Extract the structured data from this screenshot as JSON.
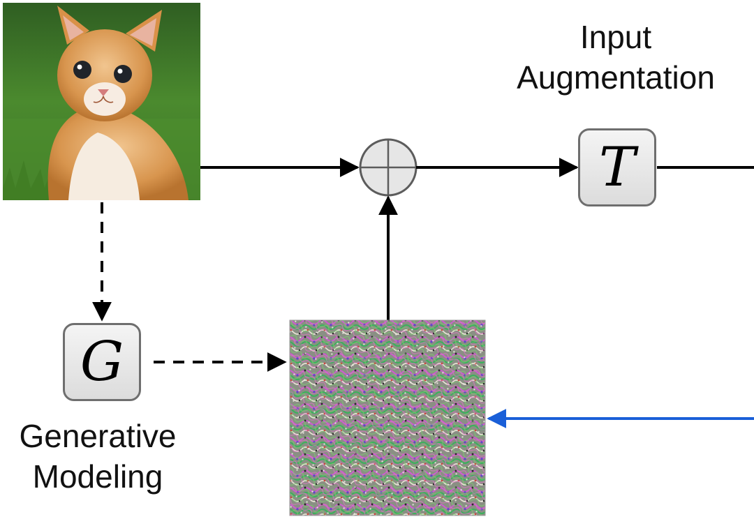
{
  "labels": {
    "input_augmentation": [
      "Input",
      "Augmentation"
    ],
    "generative_modeling": [
      "Generative",
      "Modeling"
    ]
  },
  "operators": {
    "augmentation_symbol": "T",
    "generator_symbol": "G"
  },
  "images": {
    "input_image": "kitten-photo",
    "perturbation_image": "colorful-noise-pattern"
  },
  "colors": {
    "arrow_black": "#000000",
    "arrow_blue": "#1a5fd8",
    "sum_node_fill": "#e6e6e6"
  }
}
